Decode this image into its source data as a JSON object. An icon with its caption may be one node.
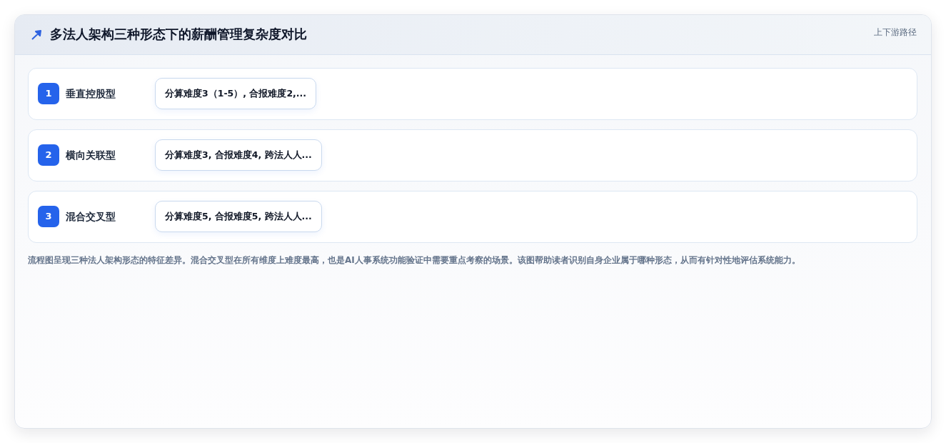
{
  "diagram": {
    "title": "多法人架构三种形态下的薪酬管理复杂度对比",
    "caption": "流程图呈现三种法人架构形态的特征差异。混合交叉型在所有维度上难度最高，也是AI人事系统功能验证中需要重点考察的场景。该图帮助读者识别自身企业属于哪种形态，从而有针对性地评估系统能力。",
    "nodes": [
      {
        "text": [
          "垂直控股型"
        ]
      },
      {
        "text": [
          "1"
        ],
        "in": 0
      },
      {
        "text": [
          "分算难度3（1-5）, 合报难度2,..."
        ],
        "in": 0
      },
      {
        "text": [
          "横向关联型"
        ]
      },
      {
        "text": [
          "2"
        ],
        "in": 3
      },
      {
        "text": [
          "分算难度3, 合报难度4, 跨法人人..."
        ],
        "in": 3
      },
      {
        "text": [
          "混合交叉型"
        ]
      },
      {
        "text": [
          "3"
        ],
        "in": 6
      },
      {
        "text": [
          "分算难度5, 合报难度5, 跨法人人..."
        ],
        "in": 6
      }
    ],
    "labels": [
      "上下游路径"
    ]
  }
}
